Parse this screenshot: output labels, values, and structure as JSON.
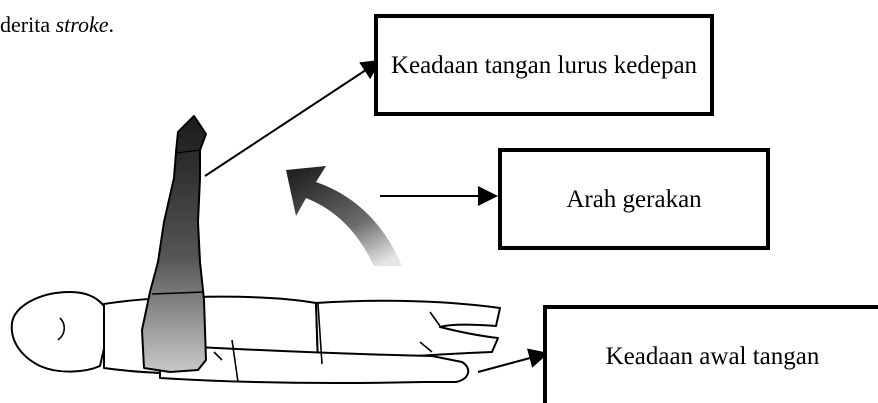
{
  "caption": {
    "prefix": "derita ",
    "emphasis": "stroke",
    "suffix": "."
  },
  "labels": {
    "straight_forward": "Keadaan tangan lurus kedepan",
    "direction": "Arah gerakan",
    "initial_position": "Keadaan awal tangan"
  }
}
